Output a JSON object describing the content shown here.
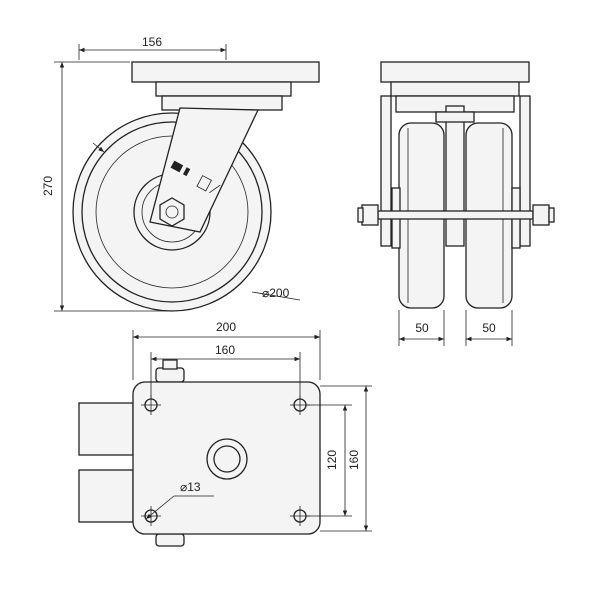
{
  "dimensions": {
    "top_plate_width": "156",
    "overall_height": "270",
    "wheel_diameter": "⌀200",
    "wheel_width_left": "50",
    "wheel_width_right": "50",
    "plate_width": "200",
    "hole_spacing_x": "160",
    "hole_spacing_y": "120",
    "plate_length": "160",
    "bolt_hole_diameter": "⌀13"
  },
  "colors": {
    "line": "#222222",
    "part_fill": "#f4f4f4",
    "background": "#ffffff"
  }
}
